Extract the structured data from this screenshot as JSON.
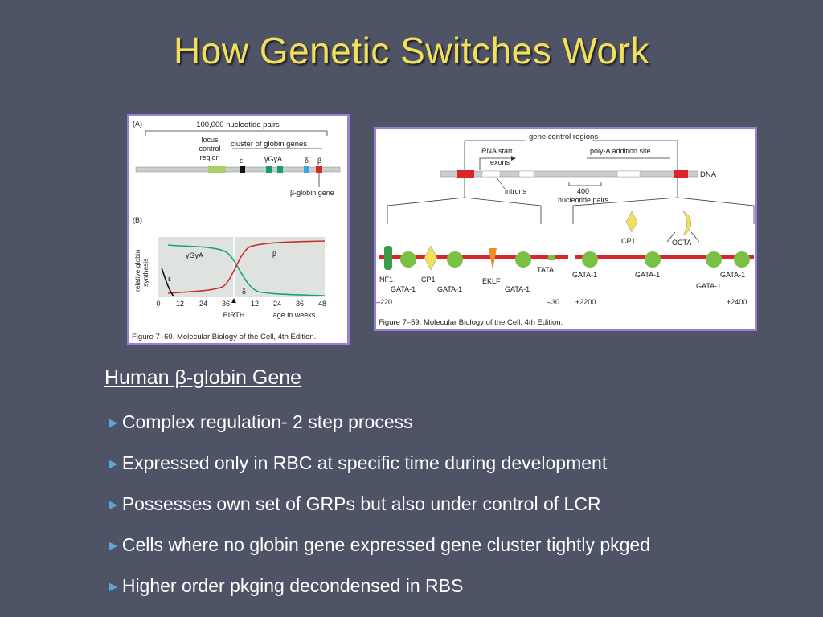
{
  "slide": {
    "title": "How Genetic Switches Work",
    "heading": "Human β-globin Gene",
    "bullet_marker": "►",
    "bullets": [
      "Complex regulation- 2 step process",
      "Expressed only in RBC at specific time during development",
      "Possesses own set of GRPs but also under control of LCR",
      "Cells where no globin gene expressed gene cluster tightly pkged",
      "Higher order pkging decondensed in RBS"
    ]
  },
  "figA": {
    "panel_a": "(A)",
    "span_label": "100,000 nucleotide pairs",
    "lcr_label_1": "locus",
    "lcr_label_2": "control",
    "lcr_label_3": "region",
    "cluster_label": "cluster of globin genes",
    "gene_epsilon": "ε",
    "gene_ggamma": "γGγA",
    "gene_delta": "δ",
    "gene_beta": "β",
    "beta_gene_label": "β-globin gene",
    "panel_b": "(B)",
    "ylabel_1": "relative globin",
    "ylabel_2": "synthesis",
    "curve_gamma": "γGγA",
    "curve_beta": "β",
    "curve_epsilon": "ε",
    "curve_delta": "δ",
    "xticks": [
      "0",
      "12",
      "24",
      "36",
      "12",
      "24",
      "36",
      "48"
    ],
    "birth_label": "BIRTH",
    "age_label": "age in weeks",
    "caption": "Figure 7–60. Molecular Biology of the Cell, 4th Edition."
  },
  "figB": {
    "control_regions": "gene control regions",
    "rna_start": "RNA start",
    "polya": "poly-A addition site",
    "exons": "exons",
    "introns": "introns",
    "scale_1": "400",
    "scale_2": "nucleotide pairs",
    "dna": "DNA",
    "nf1": "NF1",
    "gata_a": "GATA-1",
    "cp1_a": "CP1",
    "gata_b": "GATA-1",
    "eklf": "EKLF",
    "gata_c": "GATA-1",
    "tata": "TATA",
    "pos_220": "–220",
    "pos_30": "–30",
    "gata_d": "GATA-1",
    "cp1_b": "CP1",
    "gata_e": "GATA-1",
    "octa": "OCTA",
    "gata_f": "GATA-1",
    "gata_g": "GATA-1",
    "pos_2200": "+2200",
    "pos_2400": "+2400",
    "caption": "Figure 7–59. Molecular Biology of the Cell, 4th Edition."
  },
  "colors": {
    "title": "#f1e05a",
    "background": "#4f5366",
    "figure_border": "#9a7fd8",
    "bullet_marker": "#5aa6d8",
    "dna_red": "#d8262b",
    "protein_green": "#7ac143"
  }
}
